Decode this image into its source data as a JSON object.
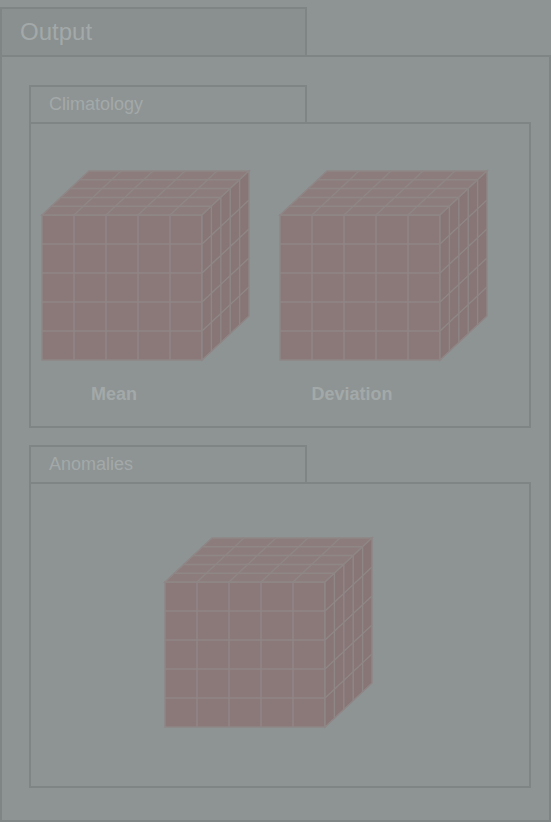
{
  "diagram": {
    "nodes": [
      {
        "text": [
          "Output"
        ]
      },
      {
        "text": [
          "Climatology"
        ],
        "in": 0
      },
      {
        "text": [
          "Mean"
        ],
        "in": 1
      },
      {
        "text": [
          "Deviation"
        ],
        "in": 1
      },
      {
        "text": [
          "Anomalies"
        ],
        "in": 0
      }
    ]
  }
}
